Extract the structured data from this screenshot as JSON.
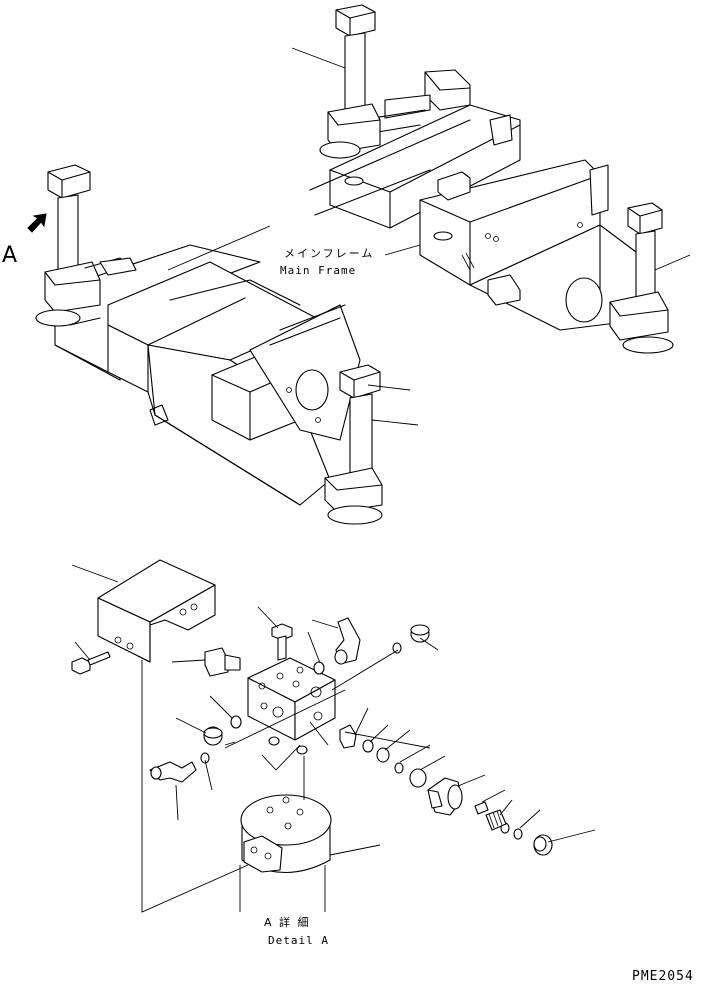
{
  "labels": {
    "main_frame_jp": "メインフレーム",
    "main_frame_en": "Main Frame",
    "view_marker": "A",
    "detail_jp": "A 詳 細",
    "detail_en": "Detail A",
    "drawing_code": "PME2054"
  }
}
